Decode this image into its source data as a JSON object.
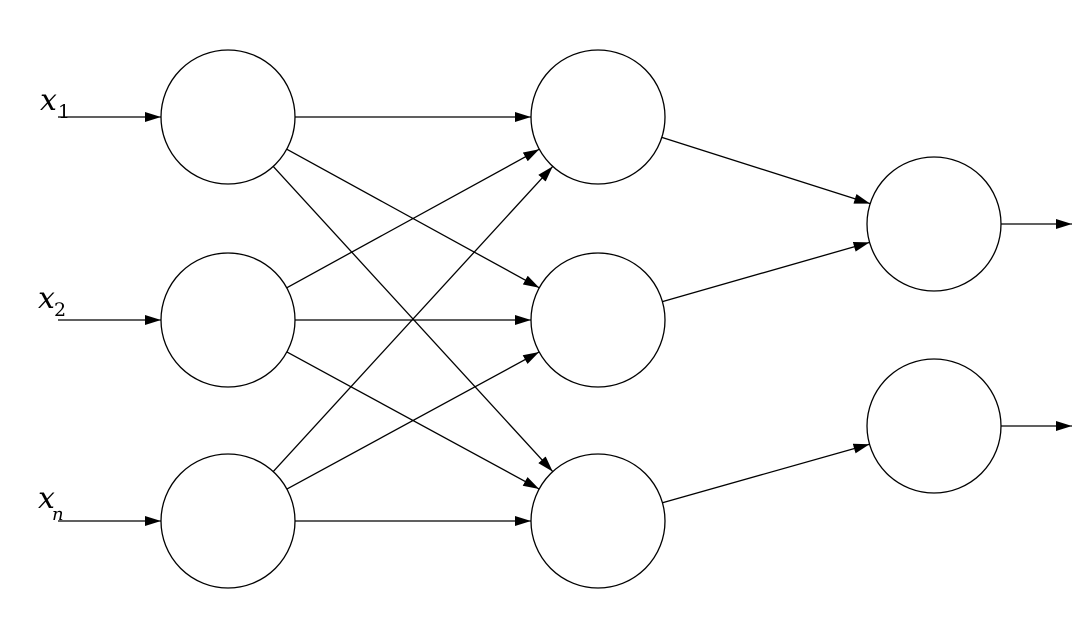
{
  "diagram": {
    "title": "",
    "inputs": [
      {
        "symbol": "x",
        "subscript": "1"
      },
      {
        "symbol": "x",
        "subscript": "2"
      },
      {
        "symbol": "x",
        "subscript": "n"
      }
    ],
    "layers": {
      "input": 3,
      "hidden": 3,
      "output": 2
    },
    "connections": {
      "input_to_hidden": "fully-connected",
      "hidden_to_output": [
        {
          "from": 0,
          "to": 0
        },
        {
          "from": 1,
          "to": 0
        },
        {
          "from": 2,
          "to": 1
        }
      ]
    },
    "colors": {
      "stroke": "#000000",
      "background": "#ffffff"
    }
  }
}
